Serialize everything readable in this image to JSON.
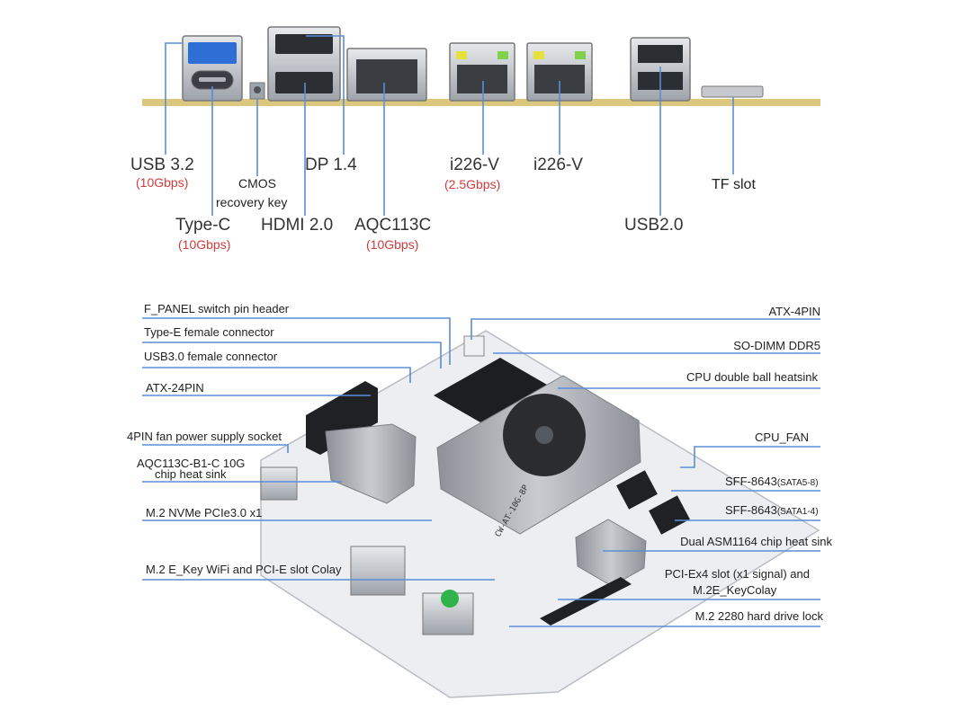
{
  "top_panel": {
    "usb32": {
      "name": "USB 3.2",
      "speed": "(10Gbps)"
    },
    "typec": {
      "name": "Type-C",
      "speed": "(10Gbps)"
    },
    "cmos": {
      "line1": "CMOS",
      "line2": "recovery key"
    },
    "hdmi": {
      "name": "HDMI 2.0"
    },
    "dp": {
      "name": "DP 1.4"
    },
    "aqc": {
      "name": "AQC113C",
      "speed": "(10Gbps)"
    },
    "i226a": {
      "name": "i226-V",
      "speed": "(2.5Gbps)"
    },
    "i226b": {
      "name": "i226-V"
    },
    "usb20": {
      "name": "USB2.0"
    },
    "tf": {
      "name": "TF slot"
    }
  },
  "board": {
    "left_labels": [
      "F_PANEL switch pin header",
      "Type-E female connector",
      "USB3.0 female connector",
      "ATX-24PIN",
      "4PIN fan power supply socket",
      "AQC113C-B1-C 10G",
      "chip heat sink",
      "M.2 NVMe PCIe3.0 x1",
      "M.2 E_Key WiFi and PCI-E slot Colay"
    ],
    "right_labels": [
      "ATX-4PIN",
      "SO-DIMM DDR5",
      "CPU double ball heatsink",
      "CPU_FAN",
      "Dual ASM1164 chip heat sink",
      "PCI-Ex4 slot (x1 signal) and",
      "M.2E_KeyColay",
      "M.2 2280 hard drive lock"
    ],
    "sff_a": {
      "name": "SFF-8643",
      "sub": "(SATA5-8)"
    },
    "sff_b": {
      "name": "SFF-8643",
      "sub": "(SATA1-4)"
    },
    "silkscreen": "CW-AT-10G-8P"
  },
  "colors": {
    "leader": "#5b8ed8",
    "speed": "#d33a3a",
    "board": "#e9ebee",
    "heatsink": "#a9adb3",
    "gold_strip": "#d9c27a"
  }
}
